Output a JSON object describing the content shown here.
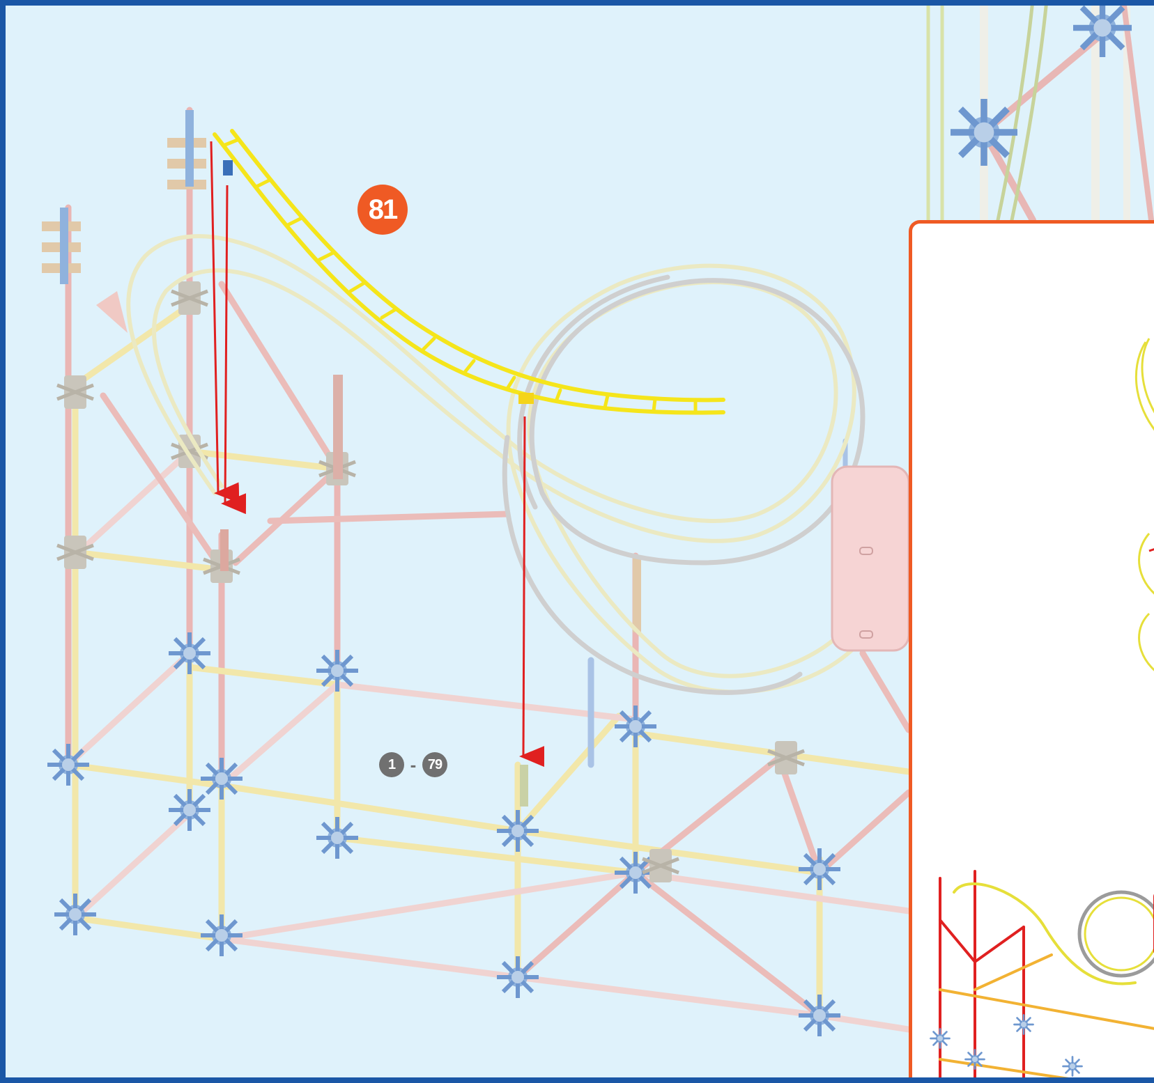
{
  "step": {
    "number": "81",
    "badge_color": "#ef5a24"
  },
  "previous_steps": {
    "from": "1",
    "separator": "-",
    "to": "79",
    "dot_color": "#707070"
  },
  "colors": {
    "frame_border": "#1a57a6",
    "background": "#dff2fb",
    "highlight_track": "#f5e51b",
    "arrow": "#e02020",
    "inset_border": "#ef5a24"
  },
  "icons": {
    "arrow": "red-down-arrow",
    "connector": "blue-snowflake-connector"
  }
}
